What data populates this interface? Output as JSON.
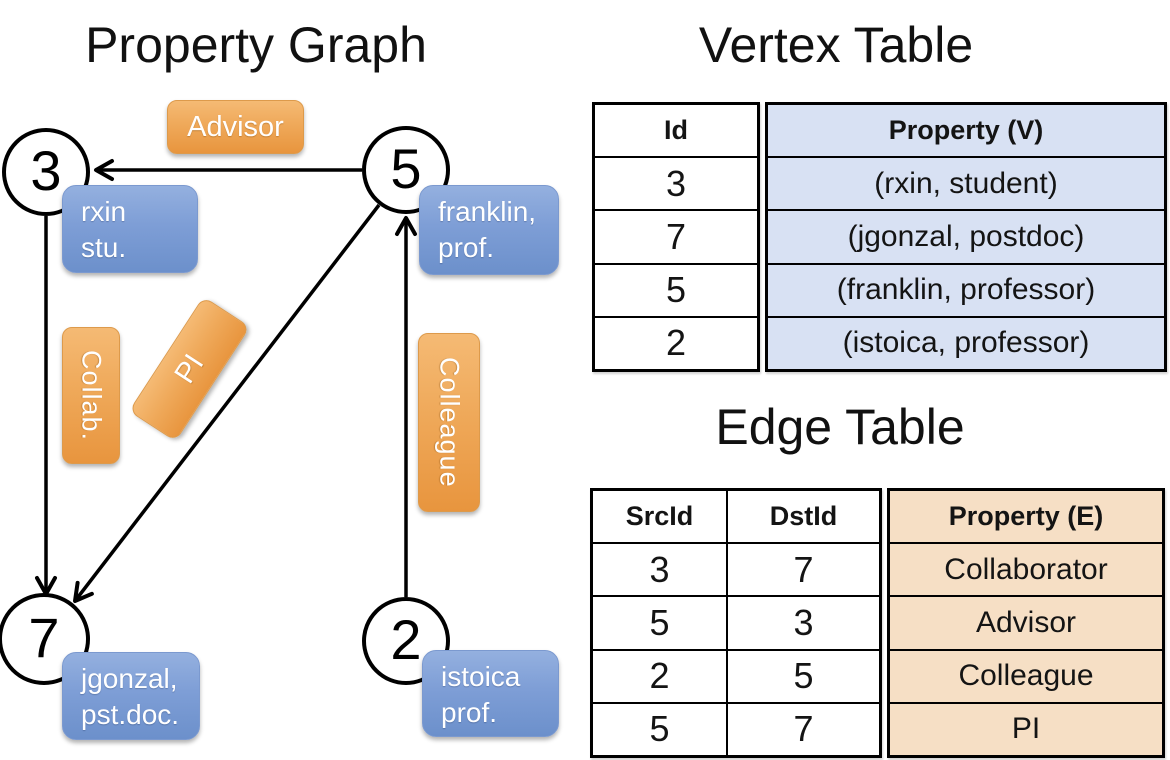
{
  "graph": {
    "title": "Property Graph",
    "nodes": [
      {
        "label": "3"
      },
      {
        "label": "5"
      },
      {
        "label": "7"
      },
      {
        "label": "2"
      }
    ],
    "vertex_boxes": [
      {
        "line1": "rxin",
        "line2": "stu."
      },
      {
        "line1": "franklin,",
        "line2": "prof."
      },
      {
        "line1": "jgonzal,",
        "line2": "pst.doc."
      },
      {
        "line1": "istoica",
        "line2": "prof."
      }
    ],
    "edge_labels": {
      "advisor": "Advisor",
      "collab": "Collab.",
      "pi": "PI",
      "colleague": "Colleague"
    },
    "edges": [
      {
        "src": "5",
        "dst": "3",
        "label": "Advisor"
      },
      {
        "src": "3",
        "dst": "7",
        "label": "Collab."
      },
      {
        "src": "5",
        "dst": "7",
        "label": "PI"
      },
      {
        "src": "2",
        "dst": "5",
        "label": "Colleague"
      }
    ]
  },
  "vertex_table": {
    "title": "Vertex Table",
    "headers": [
      "Id",
      "Property (V)"
    ],
    "rows": [
      {
        "id": "3",
        "property": "(rxin, student)"
      },
      {
        "id": "7",
        "property": "(jgonzal, postdoc)"
      },
      {
        "id": "5",
        "property": "(franklin, professor)"
      },
      {
        "id": "2",
        "property": "(istoica, professor)"
      }
    ]
  },
  "edge_table": {
    "title": "Edge Table",
    "headers": [
      "SrcId",
      "DstId",
      "Property (E)"
    ],
    "rows": [
      {
        "src": "3",
        "dst": "7",
        "property": "Collaborator"
      },
      {
        "src": "5",
        "dst": "3",
        "property": "Advisor"
      },
      {
        "src": "2",
        "dst": "5",
        "property": "Colleague"
      },
      {
        "src": "5",
        "dst": "7",
        "property": "PI"
      }
    ]
  },
  "colors": {
    "orange_top": "#F5BA74",
    "orange_bottom": "#E8953E",
    "blue_top": "#94B0DF",
    "blue_bottom": "#6C90CB",
    "vertex_cell_bg": "#D8E1F3",
    "edge_cell_bg": "#F6DFC5",
    "line": "#000000"
  }
}
